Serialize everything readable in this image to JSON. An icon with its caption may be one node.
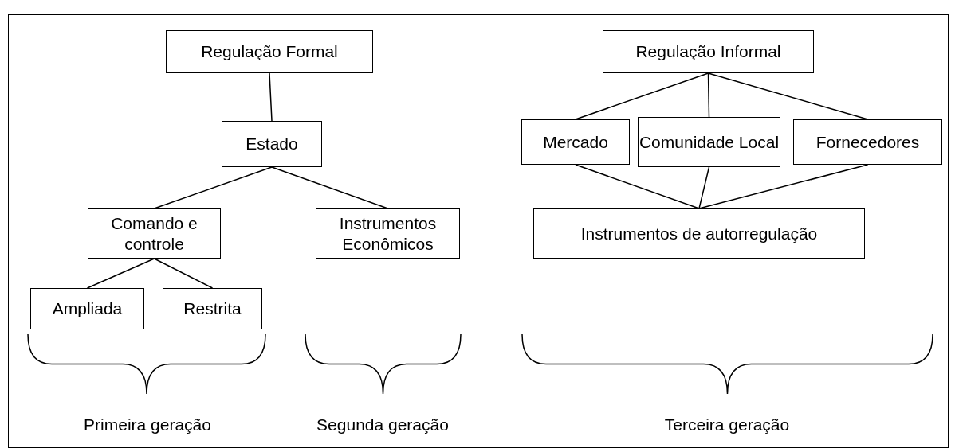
{
  "diagram": {
    "nodes": [
      {
        "text": [
          "Regulação Formal"
        ]
      },
      {
        "text": [
          "Estado"
        ]
      },
      {
        "text": [
          "Comando e controle"
        ]
      },
      {
        "text": [
          "Instrumentos Econômicos"
        ]
      },
      {
        "text": [
          "Ampliada"
        ]
      },
      {
        "text": [
          "Restrita"
        ]
      },
      {
        "text": [
          "Regulação Informal"
        ]
      },
      {
        "text": [
          "Mercado"
        ]
      },
      {
        "text": [
          "Comunidade Local"
        ]
      },
      {
        "text": [
          "Fornecedores"
        ]
      },
      {
        "text": [
          "Instrumentos de autorregulação"
        ]
      }
    ],
    "edges": [
      {
        "from": 0,
        "to": 1,
        "arrow": "none"
      },
      {
        "from": 1,
        "to": 2,
        "arrow": "none"
      },
      {
        "from": 1,
        "to": 3,
        "arrow": "none"
      },
      {
        "from": 2,
        "to": 4,
        "arrow": "none"
      },
      {
        "from": 2,
        "to": 5,
        "arrow": "none"
      },
      {
        "from": 6,
        "to": 7,
        "arrow": "none"
      },
      {
        "from": 6,
        "to": 8,
        "arrow": "none"
      },
      {
        "from": 6,
        "to": 9,
        "arrow": "none"
      },
      {
        "from": 7,
        "to": 10,
        "arrow": "none"
      },
      {
        "from": 8,
        "to": 10,
        "arrow": "none"
      },
      {
        "from": 9,
        "to": 10,
        "arrow": "none"
      }
    ],
    "labels": [
      "Primeira geração",
      "Segunda geração",
      "Terceira geração"
    ]
  }
}
